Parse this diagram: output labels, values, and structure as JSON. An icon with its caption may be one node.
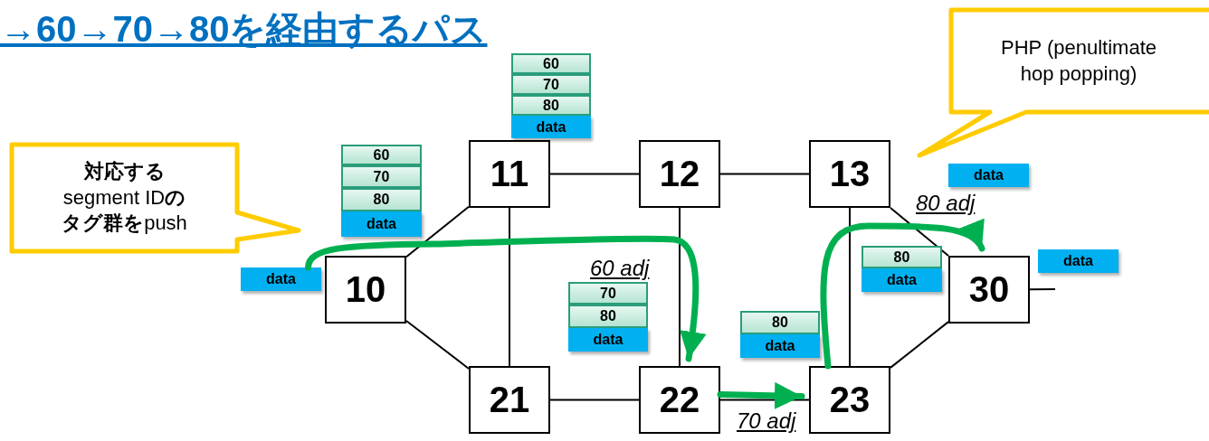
{
  "diagram": {
    "title": "→60→70→80を経由するパス",
    "nodes": [
      {
        "text": [
          "10"
        ]
      },
      {
        "text": [
          "11"
        ]
      },
      {
        "text": [
          "12"
        ]
      },
      {
        "text": [
          "13"
        ]
      },
      {
        "text": [
          "21"
        ]
      },
      {
        "text": [
          "22"
        ]
      },
      {
        "text": [
          "23"
        ]
      },
      {
        "text": [
          "30"
        ]
      },
      {
        "text": [
          "**対応する**segment ID**のタグ群を**push"
        ]
      },
      {
        "text": [
          "PHP (penultimate hop popping)"
        ]
      },
      {
        "text": [
          "60",
          "70",
          "80",
          "data"
        ]
      },
      {
        "text": [
          "60",
          "70",
          "80",
          "data"
        ]
      },
      {
        "text": [
          "data"
        ]
      },
      {
        "text": [
          "70",
          "80",
          "data"
        ]
      },
      {
        "text": [
          "80",
          "data"
        ]
      },
      {
        "text": [
          "80",
          "data"
        ]
      },
      {
        "text": [
          "data"
        ]
      },
      {
        "text": [
          "data"
        ]
      }
    ],
    "edges": [
      {
        "from": 0,
        "to": 1,
        "arrow": "none"
      },
      {
        "from": 0,
        "to": 4,
        "arrow": "none"
      },
      {
        "from": 1,
        "to": 2,
        "arrow": "none"
      },
      {
        "from": 2,
        "to": 3,
        "arrow": "none"
      },
      {
        "from": 1,
        "to": 4,
        "arrow": "none"
      },
      {
        "from": 2,
        "to": 5,
        "arrow": "none",
        "label": "60 adj"
      },
      {
        "from": 3,
        "to": 6,
        "arrow": "none"
      },
      {
        "from": 4,
        "to": 5,
        "arrow": "none"
      },
      {
        "from": 5,
        "to": 6,
        "arrow": "none",
        "label": "70 adj"
      },
      {
        "from": 3,
        "to": 7,
        "arrow": "none",
        "label": "80 adj"
      },
      {
        "from": 6,
        "to": 7,
        "arrow": "none"
      },
      {
        "from": 7,
        "to": null,
        "arrow": "none"
      },
      {
        "from": 12,
        "to": 5,
        "arrow": "to",
        "style": "thick",
        "color": "#00b050"
      },
      {
        "from": 5,
        "to": 6,
        "arrow": "to",
        "style": "thick",
        "color": "#00b050"
      },
      {
        "from": 6,
        "to": 7,
        "arrow": "to",
        "style": "thick",
        "color": "#00b050"
      }
    ]
  }
}
